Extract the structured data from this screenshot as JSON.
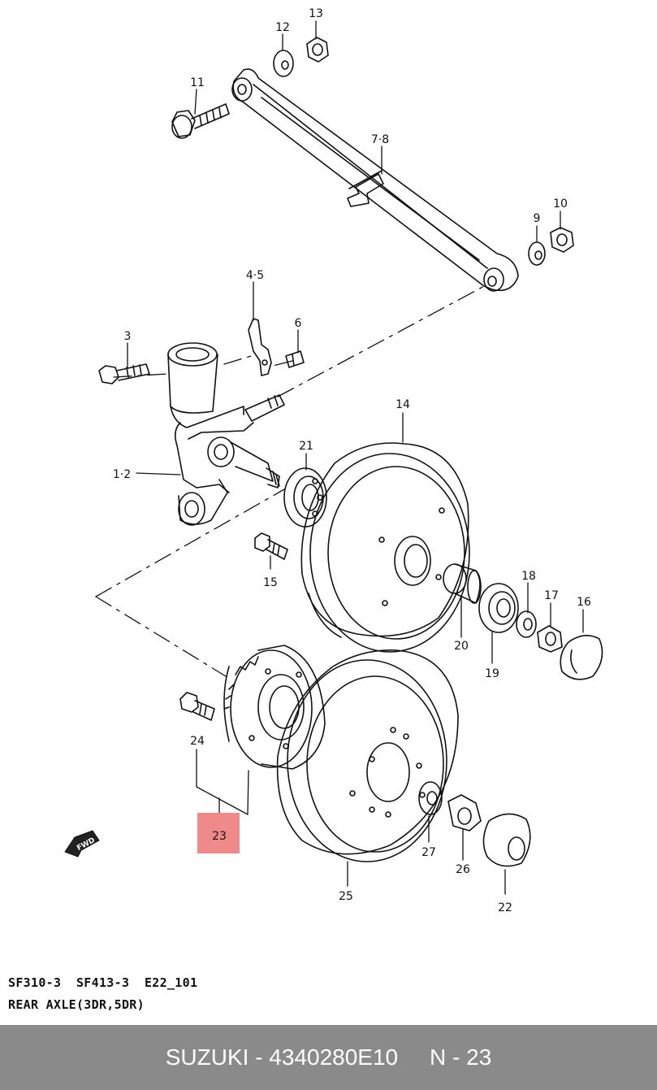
{
  "callouts": {
    "c1_2": "1·2",
    "c3": "3",
    "c4_5": "4·5",
    "c6": "6",
    "c7_8": "7·8",
    "c9": "9",
    "c10": "10",
    "c11": "11",
    "c12": "12",
    "c13": "13",
    "c14": "14",
    "c15": "15",
    "c16": "16",
    "c17": "17",
    "c18": "18",
    "c19": "19",
    "c20": "20",
    "c21": "21",
    "c22": "22",
    "c23": "23",
    "c24": "24",
    "c25": "25",
    "c26": "26",
    "c27": "27"
  },
  "fwd_label": "FWD",
  "highlight_color": "#f08a8a",
  "caption": {
    "line1": "SF310-3  SF413-3  E22_101",
    "line2": "REAR AXLE(3DR,5DR)"
  },
  "footer": {
    "brand": "SUZUKI",
    "part_number": "4340280E10",
    "page_ref": "N - 23"
  },
  "footer_bg": "#8a8a8a"
}
